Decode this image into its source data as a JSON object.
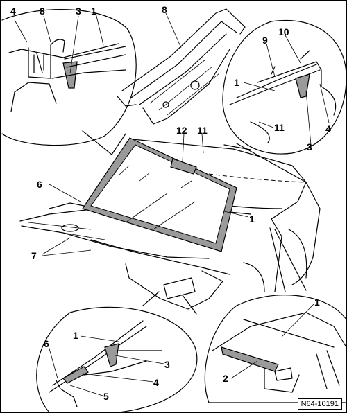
{
  "figure_id": "N64-10191",
  "callouts": [
    {
      "label": "4"
    },
    {
      "label": "8"
    },
    {
      "label": "3"
    },
    {
      "label": "1"
    },
    {
      "label": "8"
    },
    {
      "label": "9"
    },
    {
      "label": "10"
    },
    {
      "label": "1"
    },
    {
      "label": "11"
    },
    {
      "label": "3"
    },
    {
      "label": "4"
    },
    {
      "label": "12"
    },
    {
      "label": "11"
    },
    {
      "label": "6"
    },
    {
      "label": "1"
    },
    {
      "label": "7"
    },
    {
      "label": "1"
    },
    {
      "label": "6"
    },
    {
      "label": "3"
    },
    {
      "label": "4"
    },
    {
      "label": "5"
    },
    {
      "label": "1"
    },
    {
      "label": "2"
    }
  ]
}
